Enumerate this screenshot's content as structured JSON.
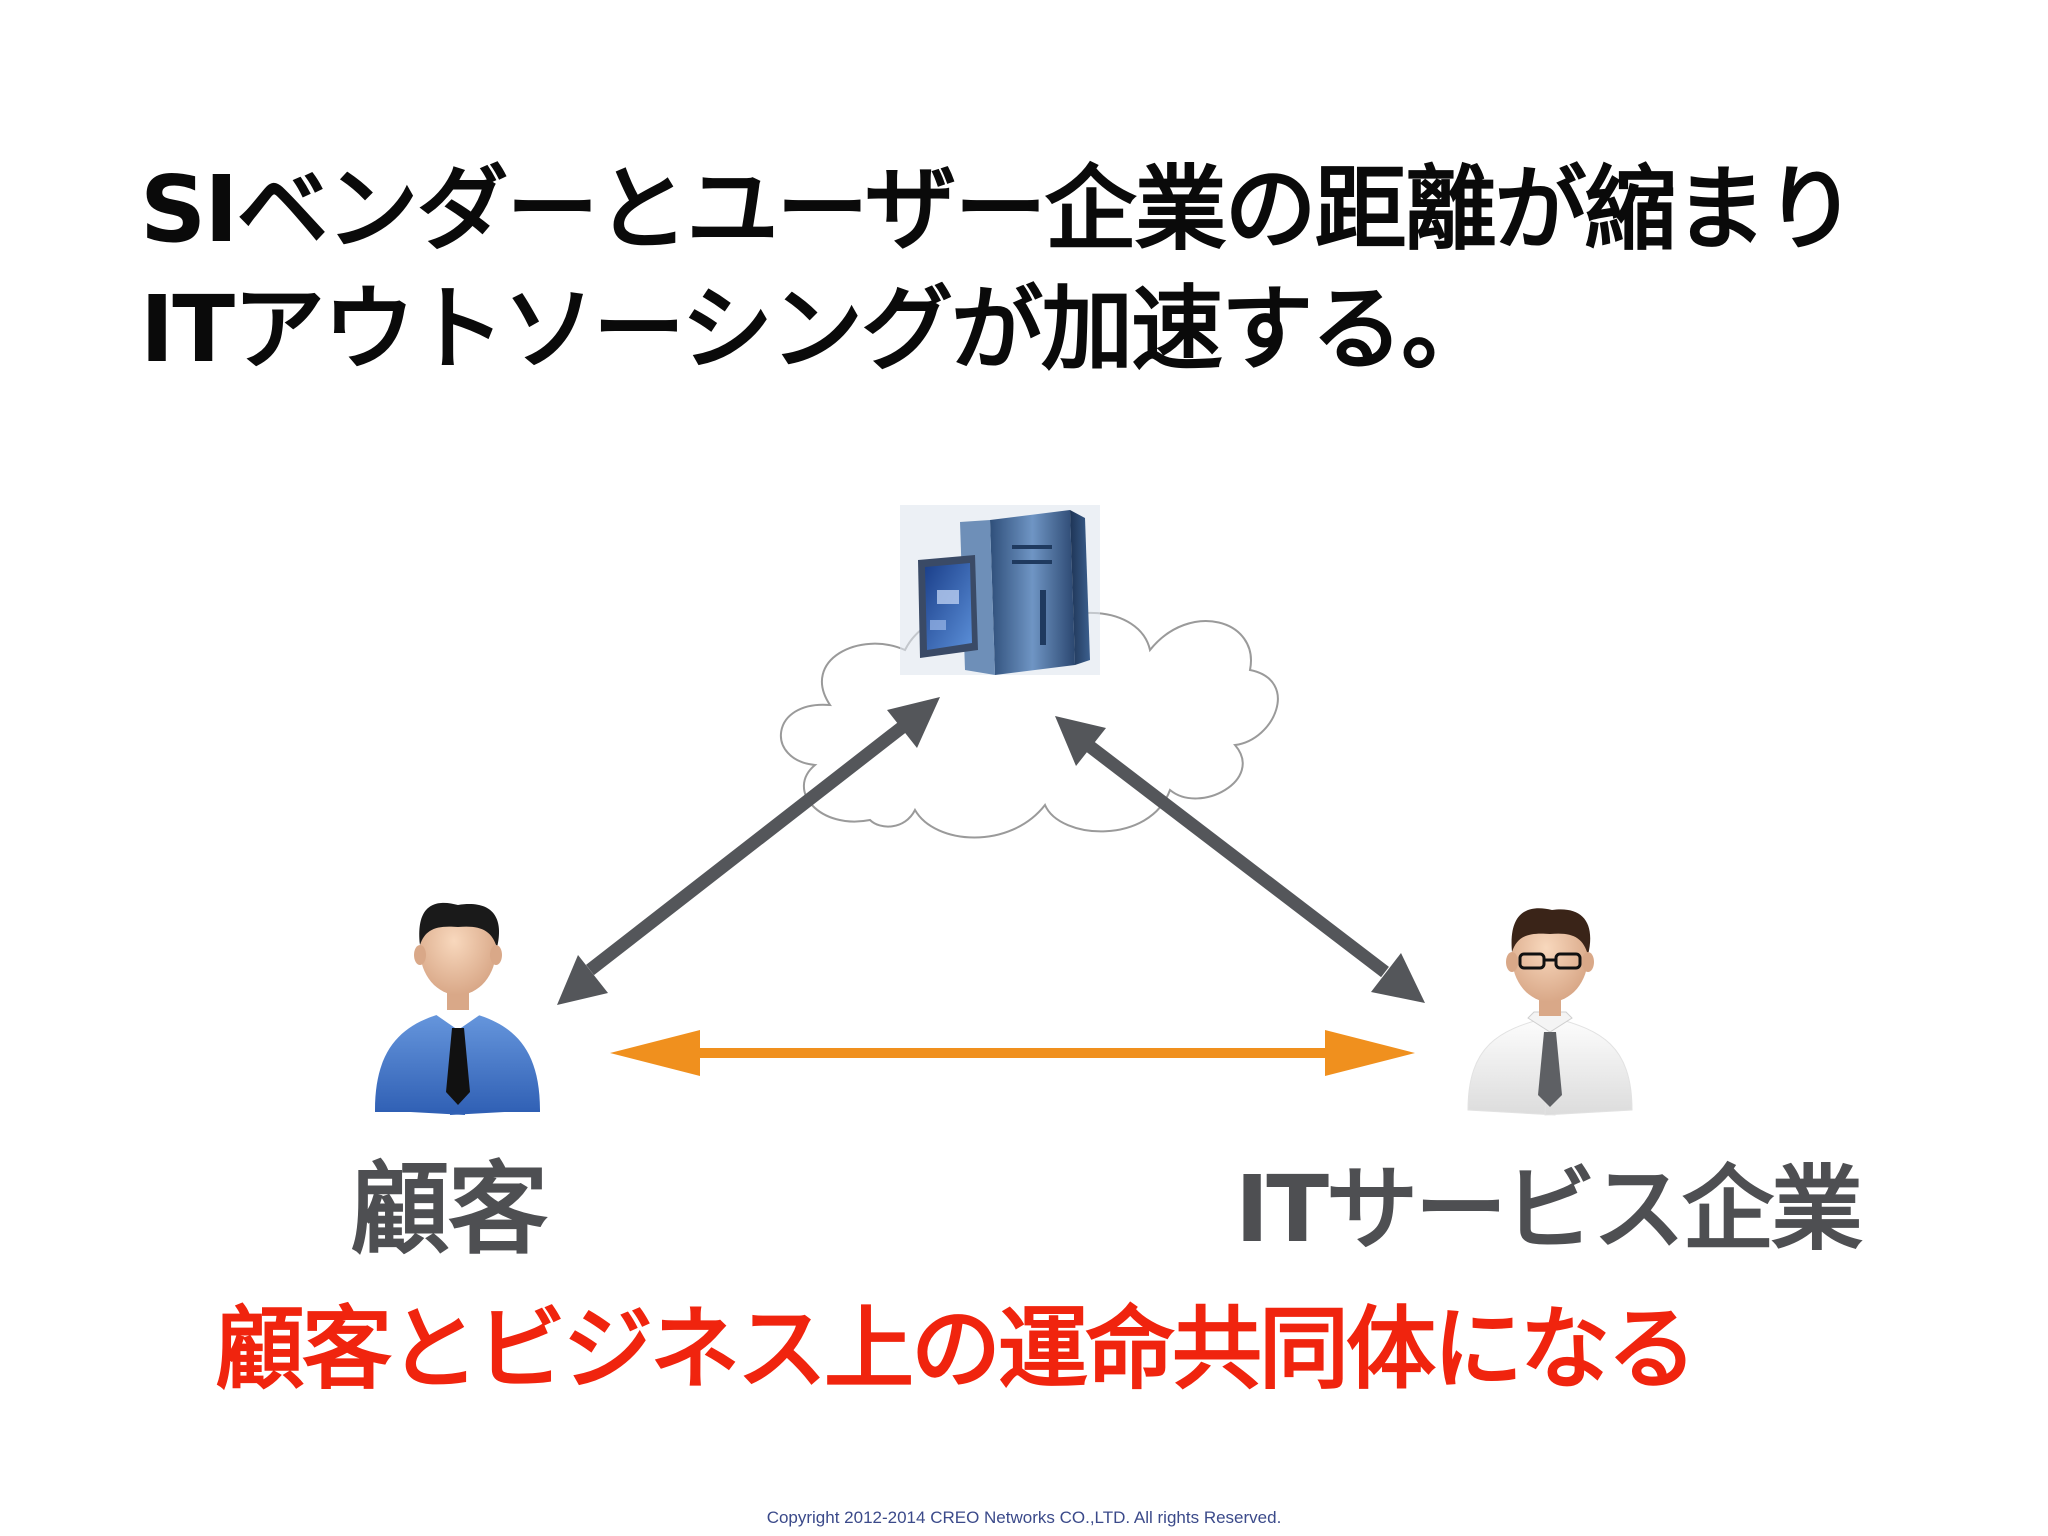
{
  "title": {
    "line1": "SIベンダーとユーザー企業の距離が縮まり",
    "line2": "ITアウトソーシングが加速する。"
  },
  "diagram": {
    "nodes": {
      "cloud_server": {
        "icon": "cloud-server-icon"
      },
      "customer": {
        "icon": "businessman-icon",
        "label": "顧客"
      },
      "it_company": {
        "icon": "engineer-icon",
        "label": "ITサービス企業"
      }
    },
    "arrows": [
      {
        "from": "customer",
        "to": "cloud_server",
        "color": "#54565a",
        "type": "bidirectional"
      },
      {
        "from": "it_company",
        "to": "cloud_server",
        "color": "#54565a",
        "type": "bidirectional"
      },
      {
        "from": "customer",
        "to": "it_company",
        "color": "#f0901e",
        "type": "bidirectional"
      }
    ]
  },
  "conclusion": "顧客とビジネス上の運命共同体になる",
  "copyright": "Copyright 2012-2014 CREO Networks CO.,LTD. All rights Reserved.",
  "colors": {
    "title": "#0a0a0a",
    "labels": "#4e4f52",
    "conclusion": "#f0240e",
    "gray_arrow": "#54565a",
    "orange_arrow": "#f0901e",
    "copyright": "#3b4a8a"
  }
}
